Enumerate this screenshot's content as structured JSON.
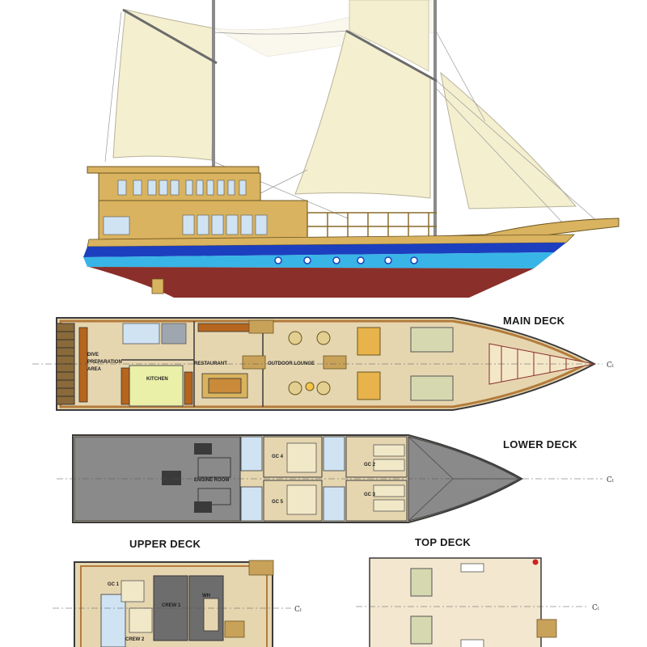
{
  "deck_titles": {
    "main": "MAIN DECK",
    "lower": "LOWER DECK",
    "upper": "UPPER DECK",
    "top": "TOP DECK"
  },
  "rooms": {
    "dive_1": "DIVE",
    "dive_2": "PREPARATION",
    "dive_3": "AREA",
    "kitchen": "KITCHEN",
    "restaurant": "RESTAURANT",
    "outdoor_lounge": "OUTDOOR LOUNGE",
    "engine_room": "ENGINE ROOM",
    "gc1": "GC 1",
    "gc2": "GC 2",
    "gc3": "GC 3",
    "gc4": "GC 4",
    "gc5": "GC 5",
    "crew1": "CREW 1",
    "crew2": "CREW 2",
    "wh": "WH"
  },
  "centerline_mark": "Cₗ",
  "colors": {
    "sail": "#f4efcf",
    "wood": "#d9b35f",
    "blue_stripe": "#1c3fbf",
    "cyan_stripe": "#39b4e6",
    "hull_red": "#8b2f2a",
    "deck_floor": "#e6d6b0",
    "engine_grey": "#8a8a8a",
    "bath_blue": "#cfe3f3"
  }
}
